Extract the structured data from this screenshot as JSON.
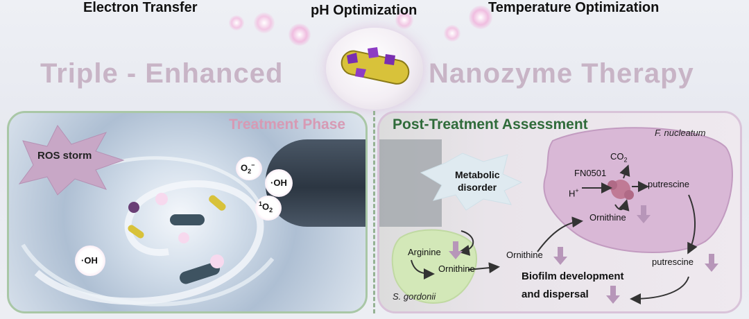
{
  "top_labels": {
    "electron_transfer": "Electron Transfer",
    "ph_optimization": "pH Optimization",
    "temperature_optimization": "Temperature Optimization"
  },
  "title": {
    "left": "Triple - Enhanced",
    "right": "Nanozyme Therapy"
  },
  "treatment_phase": {
    "title": "Treatment Phase",
    "ros_storm": "ROS storm",
    "species": {
      "superoxide": "O",
      "superoxide_sub": "2",
      "superoxide_sup": "−",
      "hydroxyl": "·OH",
      "singlet": "O",
      "singlet_pre": "1",
      "singlet_sub": "2",
      "hydroxyl_left": "·OH"
    }
  },
  "post_treatment": {
    "title": "Post-Treatment Assessment",
    "metabolic": "Metabolic",
    "disorder": "disorder",
    "f_nucleatum": "F. nucleatum",
    "co2": "CO",
    "co2_sub": "2",
    "fn0501": "FN0501",
    "h_plus": "H",
    "h_plus_sup": "+",
    "putrescine_in": "putrescine",
    "ornithine_in": "Ornithine",
    "arginine": "Arginine",
    "ornithine_sg": "Ornithine",
    "s_gordonii": "S. gordonii",
    "ornithine_mid": "Ornithine",
    "putrescine_out": "putrescine",
    "biofilm_line1": "Biofilm development",
    "biofilm_line2": "and dispersal"
  },
  "colors": {
    "title_pink": "#c8b4c6",
    "treatment_pink": "#d79ab4",
    "post_green": "#2f6b3a",
    "down_arrow": "#b796b9"
  }
}
